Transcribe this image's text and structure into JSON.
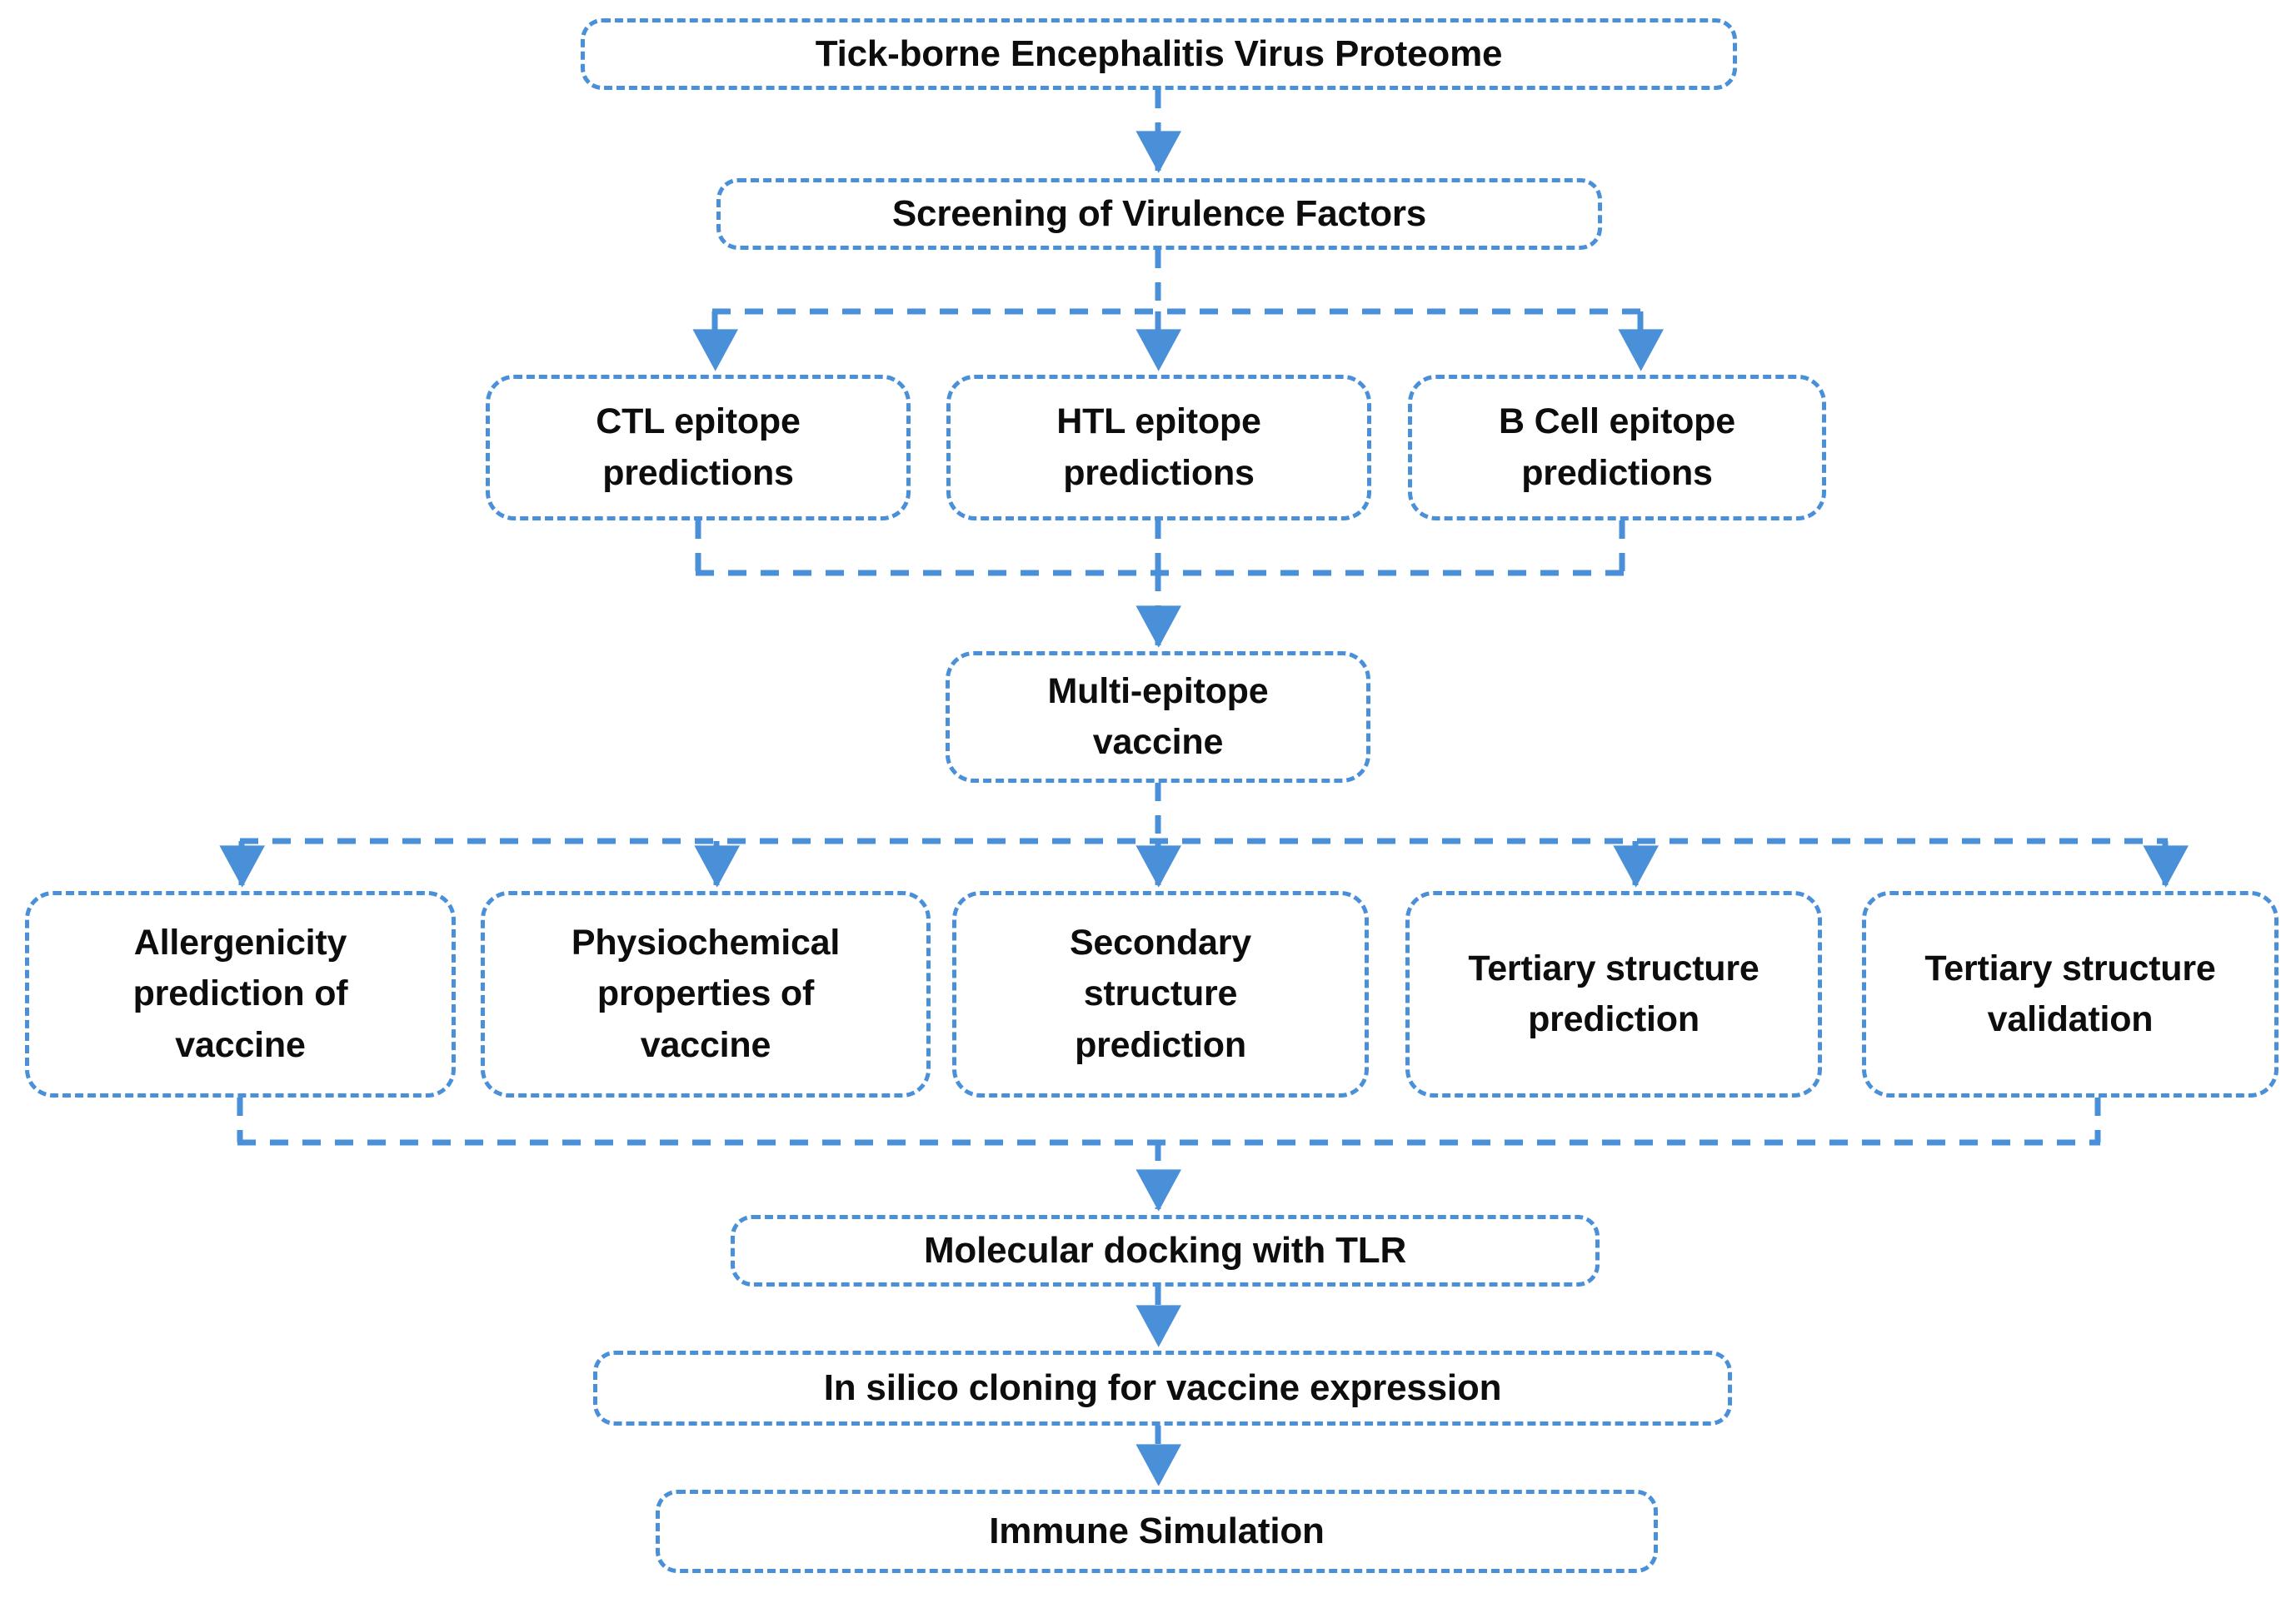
{
  "diagram": {
    "title": "Tick-borne Encephalitis Virus multi-epitope vaccine design workflow",
    "type": "flowchart",
    "theme": {
      "accent": "#4a90d9",
      "box_fill": "#ffffff",
      "text_color": "#0d0d0d",
      "background": "#ffffff",
      "border_style": "dashed"
    },
    "nodes": [
      {
        "id": "proteome",
        "label": "Tick-borne Encephalitis  Virus Proteome"
      },
      {
        "id": "screening",
        "label": "Screening of Virulence Factors"
      },
      {
        "id": "ctl",
        "label": "CTL epitope\npredictions"
      },
      {
        "id": "htl",
        "label": "HTL epitope\npredictions"
      },
      {
        "id": "bcell",
        "label": "B Cell epitope\npredictions"
      },
      {
        "id": "vaccine",
        "label": "Multi-epitope\nvaccine"
      },
      {
        "id": "allergenicity",
        "label": "Allergenicity\nprediction of\nvaccine"
      },
      {
        "id": "physiochem",
        "label": "Physiochemical\nproperties of\nvaccine"
      },
      {
        "id": "secondary",
        "label": "Secondary\nstructure\nprediction"
      },
      {
        "id": "tertiarypred",
        "label": "Tertiary structure\nprediction"
      },
      {
        "id": "tertiaryval",
        "label": "Tertiary structure\nvalidation"
      },
      {
        "id": "docking",
        "label": "Molecular docking with TLR"
      },
      {
        "id": "cloning",
        "label": "In silico cloning for vaccine expression"
      },
      {
        "id": "immune",
        "label": "Immune Simulation"
      }
    ],
    "edges": [
      {
        "from": "proteome",
        "to": "screening",
        "style": "dashed-arrow"
      },
      {
        "from": "screening",
        "to": "ctl",
        "style": "dashed-arrow"
      },
      {
        "from": "screening",
        "to": "htl",
        "style": "dashed-arrow"
      },
      {
        "from": "screening",
        "to": "bcell",
        "style": "dashed-arrow"
      },
      {
        "from": "ctl",
        "to": "vaccine",
        "style": "dashed-merge"
      },
      {
        "from": "htl",
        "to": "vaccine",
        "style": "dashed-merge"
      },
      {
        "from": "bcell",
        "to": "vaccine",
        "style": "dashed-merge"
      },
      {
        "from": "vaccine",
        "to": "allergenicity",
        "style": "dashed-arrow"
      },
      {
        "from": "vaccine",
        "to": "physiochem",
        "style": "dashed-arrow"
      },
      {
        "from": "vaccine",
        "to": "secondary",
        "style": "dashed-arrow"
      },
      {
        "from": "vaccine",
        "to": "tertiarypred",
        "style": "dashed-arrow"
      },
      {
        "from": "vaccine",
        "to": "tertiaryval",
        "style": "dashed-arrow"
      },
      {
        "from": "allergenicity",
        "to": "docking",
        "style": "dashed-merge"
      },
      {
        "from": "tertiaryval",
        "to": "docking",
        "style": "dashed-merge"
      },
      {
        "from": "docking",
        "to": "cloning",
        "style": "dashed-arrow"
      },
      {
        "from": "cloning",
        "to": "immune",
        "style": "dashed-arrow"
      }
    ]
  }
}
